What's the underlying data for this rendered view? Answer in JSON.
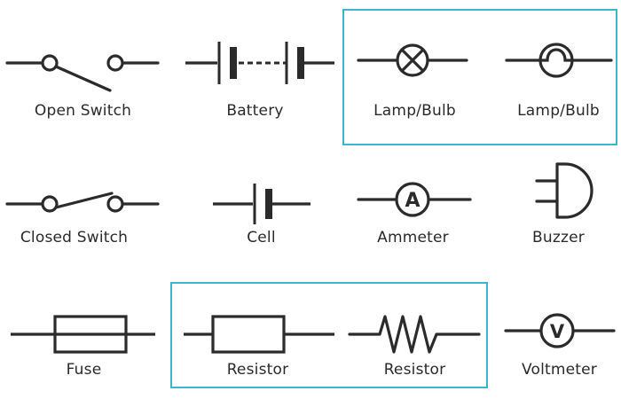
{
  "colors": {
    "line": "#2b2b2b",
    "highlight": "#3ab6d0",
    "label": "#2a2a2a"
  },
  "symbols": [
    {
      "id": "open-switch",
      "icon": "open-switch-icon",
      "label": "Open Switch"
    },
    {
      "id": "battery",
      "icon": "battery-icon",
      "label": "Battery"
    },
    {
      "id": "lamp-cross",
      "icon": "lamp-cross-icon",
      "label": "Lamp/Bulb"
    },
    {
      "id": "lamp-filament",
      "icon": "lamp-filament-icon",
      "label": "Lamp/Bulb"
    },
    {
      "id": "closed-switch",
      "icon": "closed-switch-icon",
      "label": "Closed Switch"
    },
    {
      "id": "cell",
      "icon": "cell-icon",
      "label": "Cell"
    },
    {
      "id": "ammeter",
      "icon": "ammeter-icon",
      "label": "Ammeter"
    },
    {
      "id": "buzzer",
      "icon": "buzzer-icon",
      "label": "Buzzer"
    },
    {
      "id": "fuse",
      "icon": "fuse-icon",
      "label": "Fuse"
    },
    {
      "id": "resistor-box",
      "icon": "resistor-box-icon",
      "label": "Resistor"
    },
    {
      "id": "resistor-zigzag",
      "icon": "resistor-zigzag-icon",
      "label": "Resistor"
    },
    {
      "id": "voltmeter",
      "icon": "voltmeter-icon",
      "label": "Voltmeter"
    }
  ],
  "meter_letters": {
    "ammeter": "A",
    "voltmeter": "V"
  }
}
